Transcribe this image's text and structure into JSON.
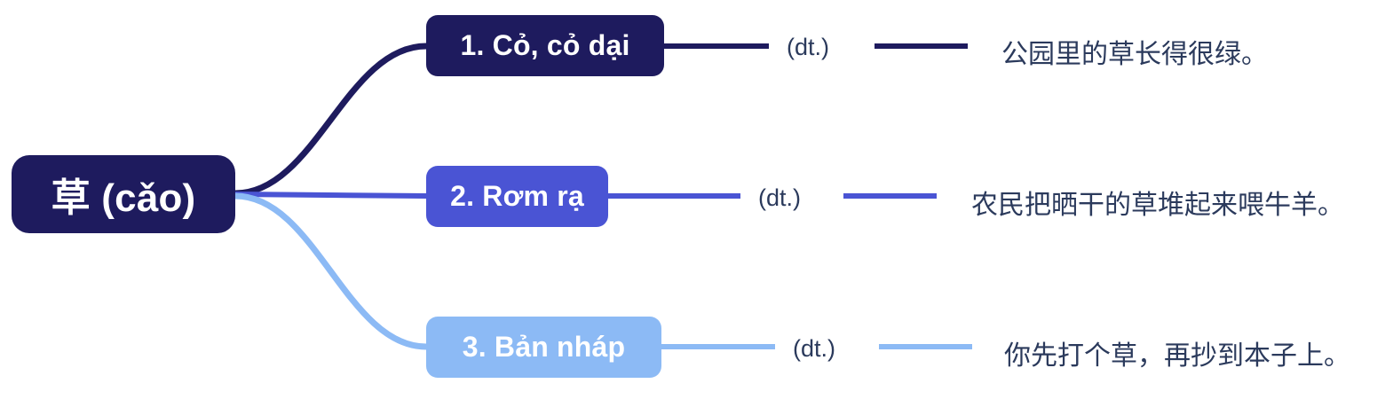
{
  "diagram": {
    "type": "mind-map",
    "background": "#ffffff",
    "root": {
      "label": "草 (cǎo)",
      "color": "#1E1B5E",
      "text_color": "#ffffff"
    },
    "branches": [
      {
        "label": "1. Cỏ, cỏ dại",
        "color": "#1E1B5E",
        "text_color": "#ffffff",
        "pos": "(dt.)",
        "example": "公园里的草长得很绿。",
        "edge_color": "#1E1B5E"
      },
      {
        "label": "2. Rơm rạ",
        "color": "#4A54D4",
        "text_color": "#ffffff",
        "pos": "(dt.)",
        "example": "农民把晒干的草堆起来喂牛羊。",
        "edge_color": "#4A54D4"
      },
      {
        "label": "3. Bản nháp",
        "color": "#8CBAF5",
        "text_color": "#ffffff",
        "pos": "(dt.)",
        "example": "你先打个草，再抄到本子上。",
        "edge_color": "#8CBAF5"
      }
    ],
    "label_text_color": "#2B3A5C"
  }
}
